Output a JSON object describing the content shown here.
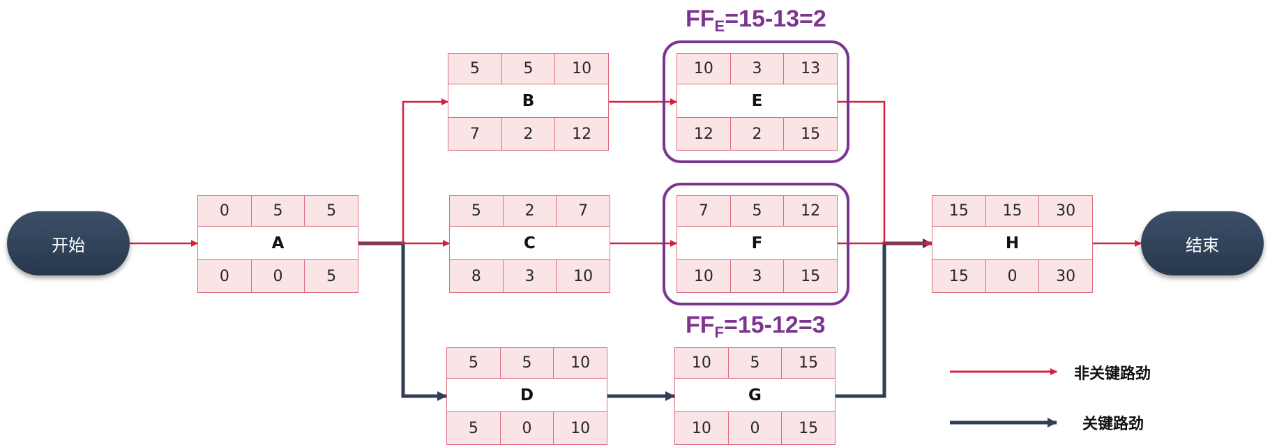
{
  "terminals": {
    "start": "开始",
    "end": "结束"
  },
  "nodes": [
    {
      "name": "A",
      "top": [
        "0",
        "5",
        "5"
      ],
      "bottom": [
        "0",
        "0",
        "5"
      ]
    },
    {
      "name": "B",
      "top": [
        "5",
        "5",
        "10"
      ],
      "bottom": [
        "7",
        "2",
        "12"
      ]
    },
    {
      "name": "C",
      "top": [
        "5",
        "2",
        "7"
      ],
      "bottom": [
        "8",
        "3",
        "10"
      ]
    },
    {
      "name": "D",
      "top": [
        "5",
        "5",
        "10"
      ],
      "bottom": [
        "5",
        "0",
        "10"
      ]
    },
    {
      "name": "E",
      "top": [
        "10",
        "3",
        "13"
      ],
      "bottom": [
        "12",
        "2",
        "15"
      ]
    },
    {
      "name": "F",
      "top": [
        "7",
        "5",
        "12"
      ],
      "bottom": [
        "10",
        "3",
        "15"
      ]
    },
    {
      "name": "G",
      "top": [
        "10",
        "5",
        "15"
      ],
      "bottom": [
        "10",
        "0",
        "15"
      ]
    },
    {
      "name": "H",
      "top": [
        "15",
        "15",
        "30"
      ],
      "bottom": [
        "15",
        "0",
        "30"
      ]
    }
  ],
  "edges": [
    {
      "from": "start",
      "to": "A",
      "type": "non-critical"
    },
    {
      "from": "A",
      "to": "B",
      "type": "non-critical"
    },
    {
      "from": "A",
      "to": "C",
      "type": "non-critical"
    },
    {
      "from": "A",
      "to": "D",
      "type": "critical"
    },
    {
      "from": "B",
      "to": "E",
      "type": "non-critical"
    },
    {
      "from": "C",
      "to": "F",
      "type": "non-critical"
    },
    {
      "from": "D",
      "to": "G",
      "type": "critical"
    },
    {
      "from": "E",
      "to": "H",
      "type": "non-critical"
    },
    {
      "from": "F",
      "to": "H",
      "type": "non-critical"
    },
    {
      "from": "G",
      "to": "H",
      "type": "critical"
    },
    {
      "from": "H",
      "to": "end",
      "type": "non-critical"
    }
  ],
  "annotations": {
    "ff_e": {
      "prefix": "FF",
      "sub": "E",
      "expr": "=15-13=2"
    },
    "ff_f": {
      "prefix": "FF",
      "sub": "F",
      "expr": "=15-12=3"
    }
  },
  "legend": {
    "non_critical": "非关键路劲",
    "critical": "关键路劲"
  },
  "colors": {
    "non_critical": "#d41f3f",
    "critical": "#2f3f55",
    "highlight": "#7b3590",
    "cell_fill": "#fae4e6",
    "cell_border": "#e06b80",
    "terminal": "#2f4055"
  }
}
